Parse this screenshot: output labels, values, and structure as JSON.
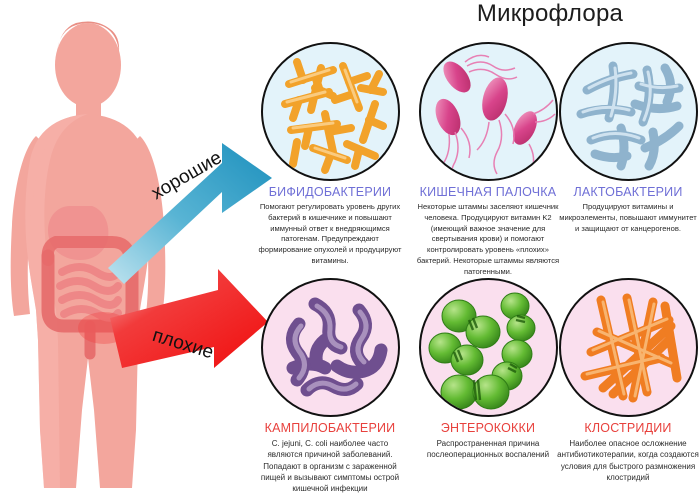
{
  "title": "Микрофлора",
  "arrows": [
    {
      "label": "хорошие",
      "color": "#2596c4",
      "direction": "up-right",
      "name": "good-arrow"
    },
    {
      "label": "плохие",
      "color": "#ef1d1d",
      "direction": "down-right",
      "name": "bad-arrow"
    }
  ],
  "colors": {
    "good_caption": "#6f6fd6",
    "bad_caption": "#e8413d",
    "good_circle_bg": "#e3f3fa",
    "bad_circle_bg": "#fadfee",
    "body_skin": "#f4a9a0",
    "intestine": "#e86a6a",
    "good_arrow": "#2596c4",
    "bad_arrow": "#ef1d1d",
    "title_text": "#1d1d1d"
  },
  "groups": [
    {
      "row": "good",
      "cards": [
        {
          "name": "bifidobacteria",
          "caption": "БИФИДОБАКТЕРИИ",
          "microbe_color": "#f2a22a",
          "microbe_shape": "branched-rods",
          "circle_bg": "#e3f3fa",
          "description": "Помогают регулировать уровень других бактерий в кишечнике и повышают иммунный ответ к внедряющимся патогенам. Предупреждают формирование опухолей и продуцируют витамины."
        },
        {
          "name": "e-coli",
          "caption": "КИШЕЧНАЯ ПАЛОЧКА",
          "microbe_color": "#d83c82",
          "microbe_shape": "flagellated-rods",
          "circle_bg": "#e3f3fa",
          "description": "Некоторые штаммы заселяют кишечник человека. Продуцируют витамин K2 (имеющий важное значение для свертывания крови) и помогают контролировать уровень «плохих» бактерий. Некоторые штаммы являются патогенными."
        },
        {
          "name": "lactobacteria",
          "caption": "ЛАКТОБАКТЕРИИ",
          "microbe_color": "#7fa8c9",
          "microbe_shape": "long-rods",
          "circle_bg": "#e3f3fa",
          "description": "Продуцируют витамины и микроэлементы, повышают иммунитет и защищают от канцерогенов."
        }
      ]
    },
    {
      "row": "bad",
      "cards": [
        {
          "name": "campylobacter",
          "caption": "КАМПИЛОБАКТЕРИИ",
          "microbe_color": "#6f4f8f",
          "microbe_shape": "spiral-curved",
          "circle_bg": "#fadfee",
          "description": "C. jejuni, C. coli наиболее часто являются причиной заболеваний. Попадают в организм с зараженной пищей и вызывают симптомы острой кишечной инфекции"
        },
        {
          "name": "enterococci",
          "caption": "ЭНТЕРОКОККИ",
          "microbe_color": "#4caf2a",
          "microbe_shape": "diplococci",
          "circle_bg": "#fadfee",
          "description": "Распространенная причина послеоперационных воспалений"
        },
        {
          "name": "clostridia",
          "caption": "КЛОСТРИДИИ",
          "microbe_color": "#f07d22",
          "microbe_shape": "straight-rods",
          "circle_bg": "#fadfee",
          "description": "Наиболее опасное осложнение антибиотикотерапии, когда создаются условия для быстрого размножения клостридий"
        }
      ]
    }
  ]
}
